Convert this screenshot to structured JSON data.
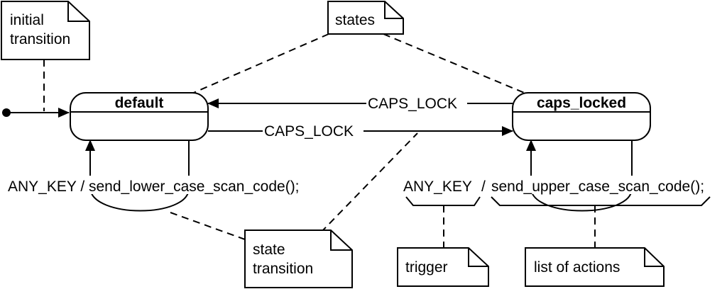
{
  "states": {
    "default": "default",
    "caps_locked": "caps_locked"
  },
  "transitions": {
    "default_to_caps": "CAPS_LOCK",
    "caps_to_default": "CAPS_LOCK",
    "default_self": "ANY_KEY / send_lower_case_scan_code();",
    "caps_self_trigger": "ANY_KEY",
    "caps_self_sep": "/",
    "caps_self_actions": "send_upper_case_scan_code();"
  },
  "notes": {
    "initial_line1": "initial",
    "initial_line2": "transition",
    "states": "states",
    "state_transition_line1": "state",
    "state_transition_line2": "transition",
    "trigger": "trigger",
    "list_of_actions": "list of actions"
  }
}
